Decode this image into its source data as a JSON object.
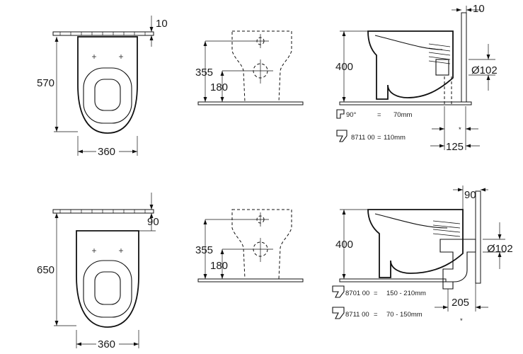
{
  "row_top": {
    "plan": {
      "gap": "10",
      "depth": "570",
      "width": "360"
    },
    "front": {
      "inlet_height": "355",
      "outlet_height": "180"
    },
    "side": {
      "gap": "10",
      "height": "400",
      "diameter": "Ø102",
      "offset": "125",
      "asterisk": "*",
      "legend": [
        {
          "code": "90°",
          "sep": "=",
          "value": "70mm"
        },
        {
          "code": "8711 00",
          "sep": "=",
          "value": "110mm"
        }
      ]
    }
  },
  "row_bottom": {
    "plan": {
      "gap": "90",
      "depth": "650",
      "width": "360"
    },
    "front": {
      "inlet_height": "355",
      "outlet_height": "180"
    },
    "side": {
      "gap": "90",
      "height": "400",
      "diameter": "Ø102",
      "offset": "205",
      "asterisk": "*",
      "legend": [
        {
          "code": "8701 00",
          "sep": "=",
          "value": "150 -  210mm"
        },
        {
          "code": "8711 00",
          "sep": "=",
          "value": "70 -  150mm"
        }
      ]
    }
  }
}
